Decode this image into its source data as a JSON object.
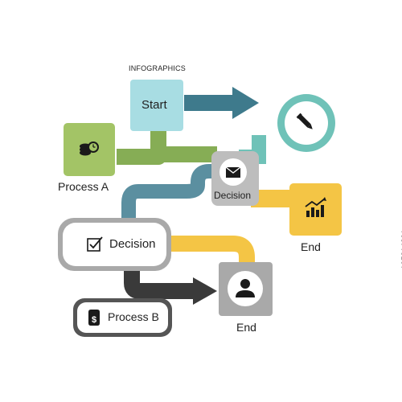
{
  "title": "INFOGRAPHICS",
  "nodes": {
    "start": {
      "label": "Start",
      "color": "#a8dde3"
    },
    "process_a": {
      "label": "Process A",
      "color": "#a3c466",
      "icon": "coins-clock-icon"
    },
    "tool_circle": {
      "color": "#6fc2b8",
      "icon": "pencil-icon"
    },
    "decision_top": {
      "label": "Decision",
      "color": "#bdbdbd",
      "icon": "envelope-icon"
    },
    "end_chart": {
      "label": "End",
      "color": "#f4c545",
      "icon": "bar-chart-icon"
    },
    "decision_main": {
      "label": "Decision",
      "icon": "checklist-icon"
    },
    "end_person": {
      "label": "End",
      "color": "#a9a9a9",
      "icon": "person-icon"
    },
    "process_b": {
      "label": "Process B",
      "icon": "dollar-bag-icon"
    }
  },
  "connectors": {
    "teal_dark": "#3e7a8c",
    "green": "#86ad55",
    "teal": "#6fc2b8",
    "blue_gray": "#5b8fa0",
    "yellow": "#f4c545",
    "dark": "#3a3a3a"
  },
  "stock_id": "197214291"
}
